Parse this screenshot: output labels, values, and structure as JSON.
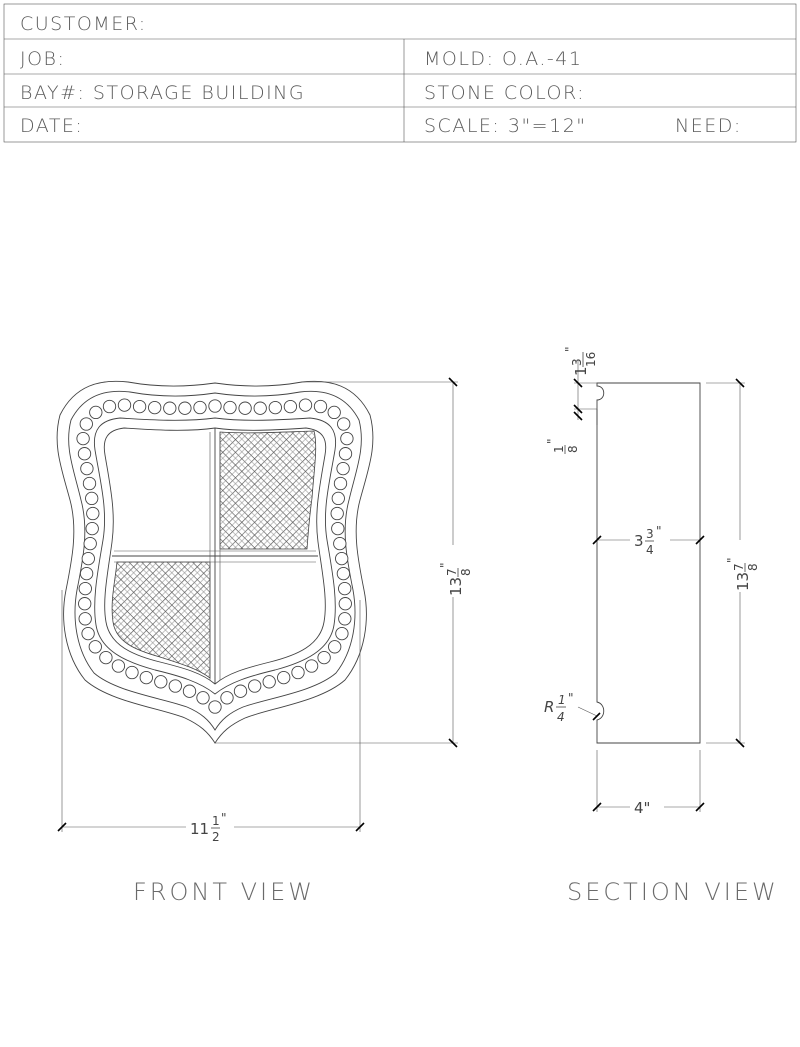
{
  "title_block": {
    "customer_label": "CUSTOMER:",
    "job_label": "JOB:",
    "mold": "MOLD: O.A.-41",
    "bay": "BAY#: STORAGE BUILDING",
    "stone_color": "STONE COLOR:",
    "date_label": "DATE:",
    "scale": "SCALE: 3\"=12\"",
    "need_label": "NEED:"
  },
  "front_view": {
    "label": "FRONT VIEW",
    "height_whole": "13",
    "height_num": "7",
    "height_den": "8",
    "width_whole": "11",
    "width_num": "1",
    "width_den": "2"
  },
  "section_view": {
    "label": "SECTION VIEW",
    "top_whole": "1",
    "top_num": "3",
    "top_den": "16",
    "small_num": "1",
    "small_den": "8",
    "mid_whole": "3",
    "mid_num": "3",
    "mid_den": "4",
    "height_whole": "13",
    "height_num": "7",
    "height_den": "8",
    "radius_prefix": "R",
    "radius_num": "1",
    "radius_den": "4",
    "depth": "4\""
  }
}
